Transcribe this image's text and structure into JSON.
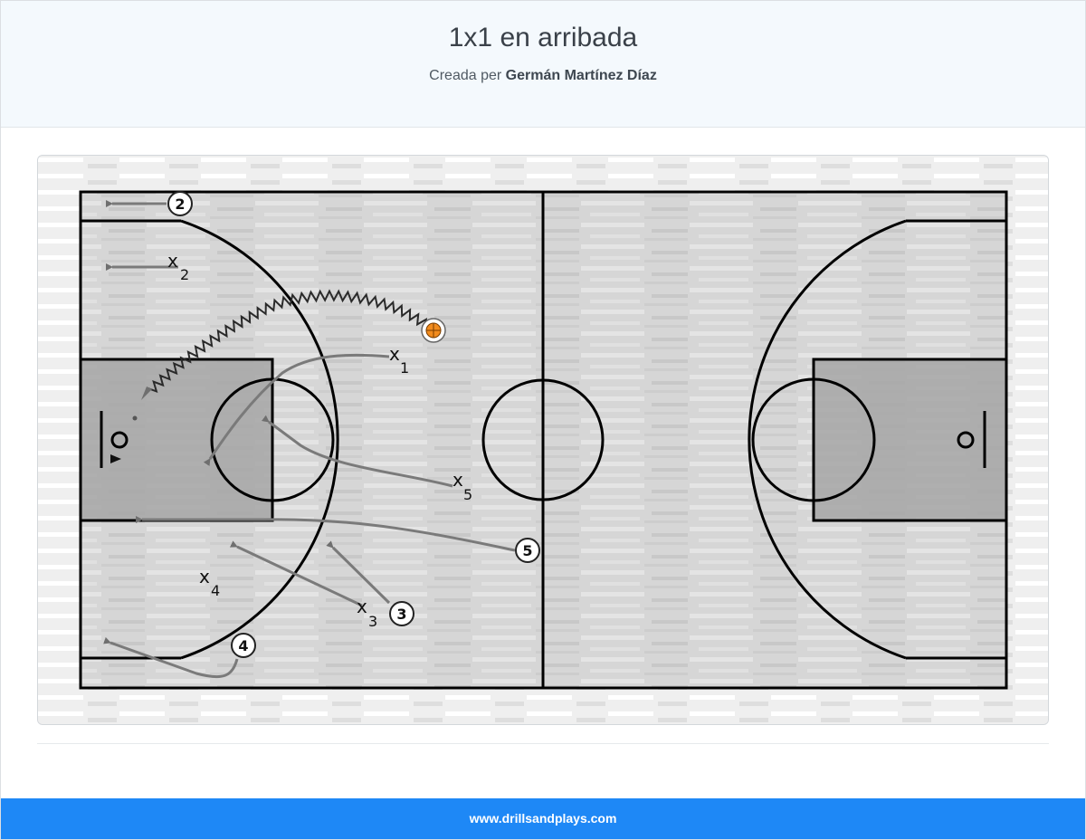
{
  "header": {
    "title": "1x1 en arribada",
    "created_by_prefix": "Creada per",
    "author": "Germán Martínez Díaz"
  },
  "diagram": {
    "offense_players": [
      {
        "number": "2"
      },
      {
        "number": "5"
      },
      {
        "number": "3"
      },
      {
        "number": "4"
      }
    ],
    "defenders": [
      {
        "symbol": "X",
        "number": "1"
      },
      {
        "symbol": "X",
        "number": "2"
      },
      {
        "symbol": "X",
        "number": "5"
      },
      {
        "symbol": "X",
        "number": "4"
      },
      {
        "symbol": "X",
        "number": "3"
      }
    ],
    "ball_icon": "basketball-icon",
    "colors": {
      "court_lines": "#000000",
      "paint": "#a9a9a9",
      "floor": "#d2d2d2",
      "movement_arrow": "#7a7a7a",
      "ball": "#f28c1e"
    }
  },
  "footer": {
    "link_text": "www.drillsandplays.com",
    "color": "#1e88f6"
  }
}
